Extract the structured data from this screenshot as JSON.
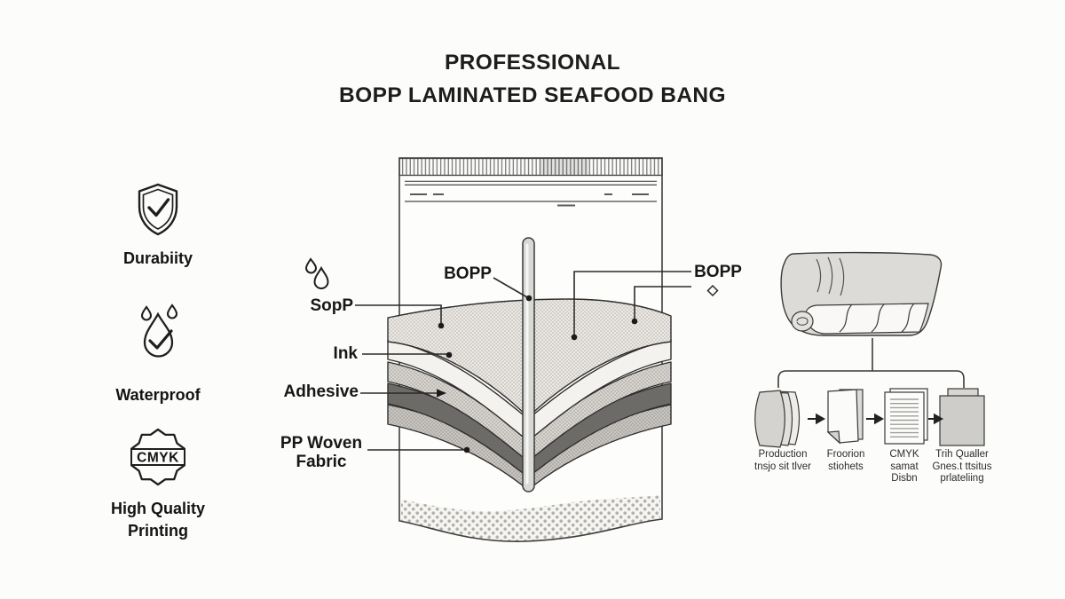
{
  "title": {
    "line1": "PROFESSIONAL",
    "line2": "BOPP LAMINATED SEAFOOD BANG"
  },
  "features": [
    {
      "name": "durability",
      "icon": "shield-check-icon",
      "lines": [
        "Durabiity",
        ""
      ]
    },
    {
      "name": "waterproof",
      "icon": "water-drop-check-icon",
      "lines": [
        "Waterproof",
        ""
      ]
    },
    {
      "name": "high-quality-printing",
      "icon": "cmyk-seal-icon",
      "badge": "CMYK",
      "lines": [
        "High Quality",
        "Printing"
      ]
    }
  ],
  "bag_diagram": {
    "callouts": {
      "sopp": "SopP",
      "ink": "Ink",
      "adhesive": "Adhesive",
      "pp_woven_line1": "PP Woven",
      "pp_woven_line2": "Fabric",
      "bopp_center": "BOPP",
      "bopp_right": "BOPP"
    }
  },
  "process": {
    "steps": [
      {
        "name": "production",
        "icon": "curved-sheets-icon",
        "lines": [
          "Production",
          "tnsjo sit tlver",
          ""
        ]
      },
      {
        "name": "stickers",
        "icon": "folded-page-icon",
        "lines": [
          "Froorion",
          "stiohets",
          ""
        ]
      },
      {
        "name": "cmyk-print",
        "icon": "lined-document-icon",
        "lines": [
          "CMYK",
          "samat",
          "Disbn"
        ]
      },
      {
        "name": "quality-printing",
        "icon": "gray-panel-icon",
        "lines": [
          "Trih Qualler",
          "Gnes.t ttsitus",
          "prlateliing"
        ]
      }
    ]
  },
  "colors": {
    "background": "#fcfcfa",
    "text": "#1b1b1b",
    "line": "#3a3a3a",
    "layer_dark": "#6d6b68",
    "layer_light": "#f4f2ee",
    "stipple_light": "#ece9e4",
    "stipple_mid": "#d8d5d0",
    "stipple_deep": "#c8c5c0",
    "panel_gray": "#dcdbd8"
  }
}
